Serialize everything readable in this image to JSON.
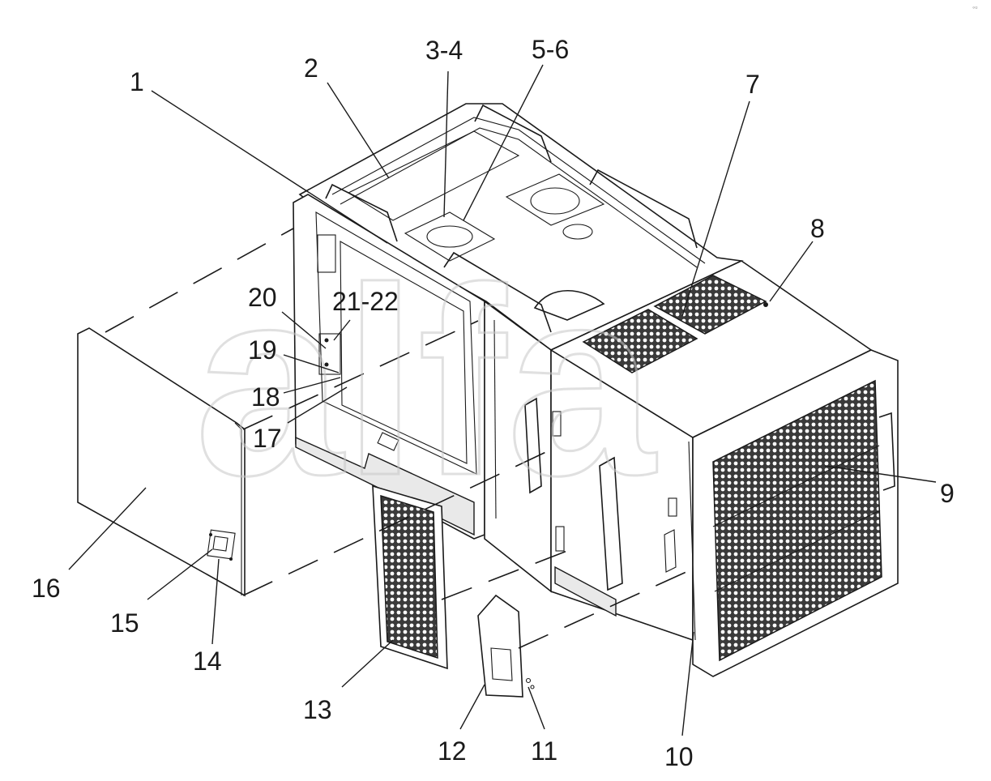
{
  "diagram": {
    "watermark": "alfa",
    "callouts": [
      {
        "id": "c1",
        "label": "1"
      },
      {
        "id": "c2",
        "label": "2"
      },
      {
        "id": "c3",
        "label": "3-4"
      },
      {
        "id": "c4",
        "label": "5-6"
      },
      {
        "id": "c5",
        "label": "7"
      },
      {
        "id": "c6",
        "label": "8"
      },
      {
        "id": "c7",
        "label": "9"
      },
      {
        "id": "c8",
        "label": "10"
      },
      {
        "id": "c9",
        "label": "11"
      },
      {
        "id": "c10",
        "label": "12"
      },
      {
        "id": "c11",
        "label": "13"
      },
      {
        "id": "c12",
        "label": "14"
      },
      {
        "id": "c13",
        "label": "15"
      },
      {
        "id": "c14",
        "label": "16"
      },
      {
        "id": "c15",
        "label": "17"
      },
      {
        "id": "c16",
        "label": "18"
      },
      {
        "id": "c17",
        "label": "19"
      },
      {
        "id": "c18",
        "label": "20"
      },
      {
        "id": "c19",
        "label": "21-22"
      }
    ],
    "colors": {
      "line": "#1a1a1a",
      "background": "#ffffff",
      "watermark": "#c8c8c8"
    }
  }
}
